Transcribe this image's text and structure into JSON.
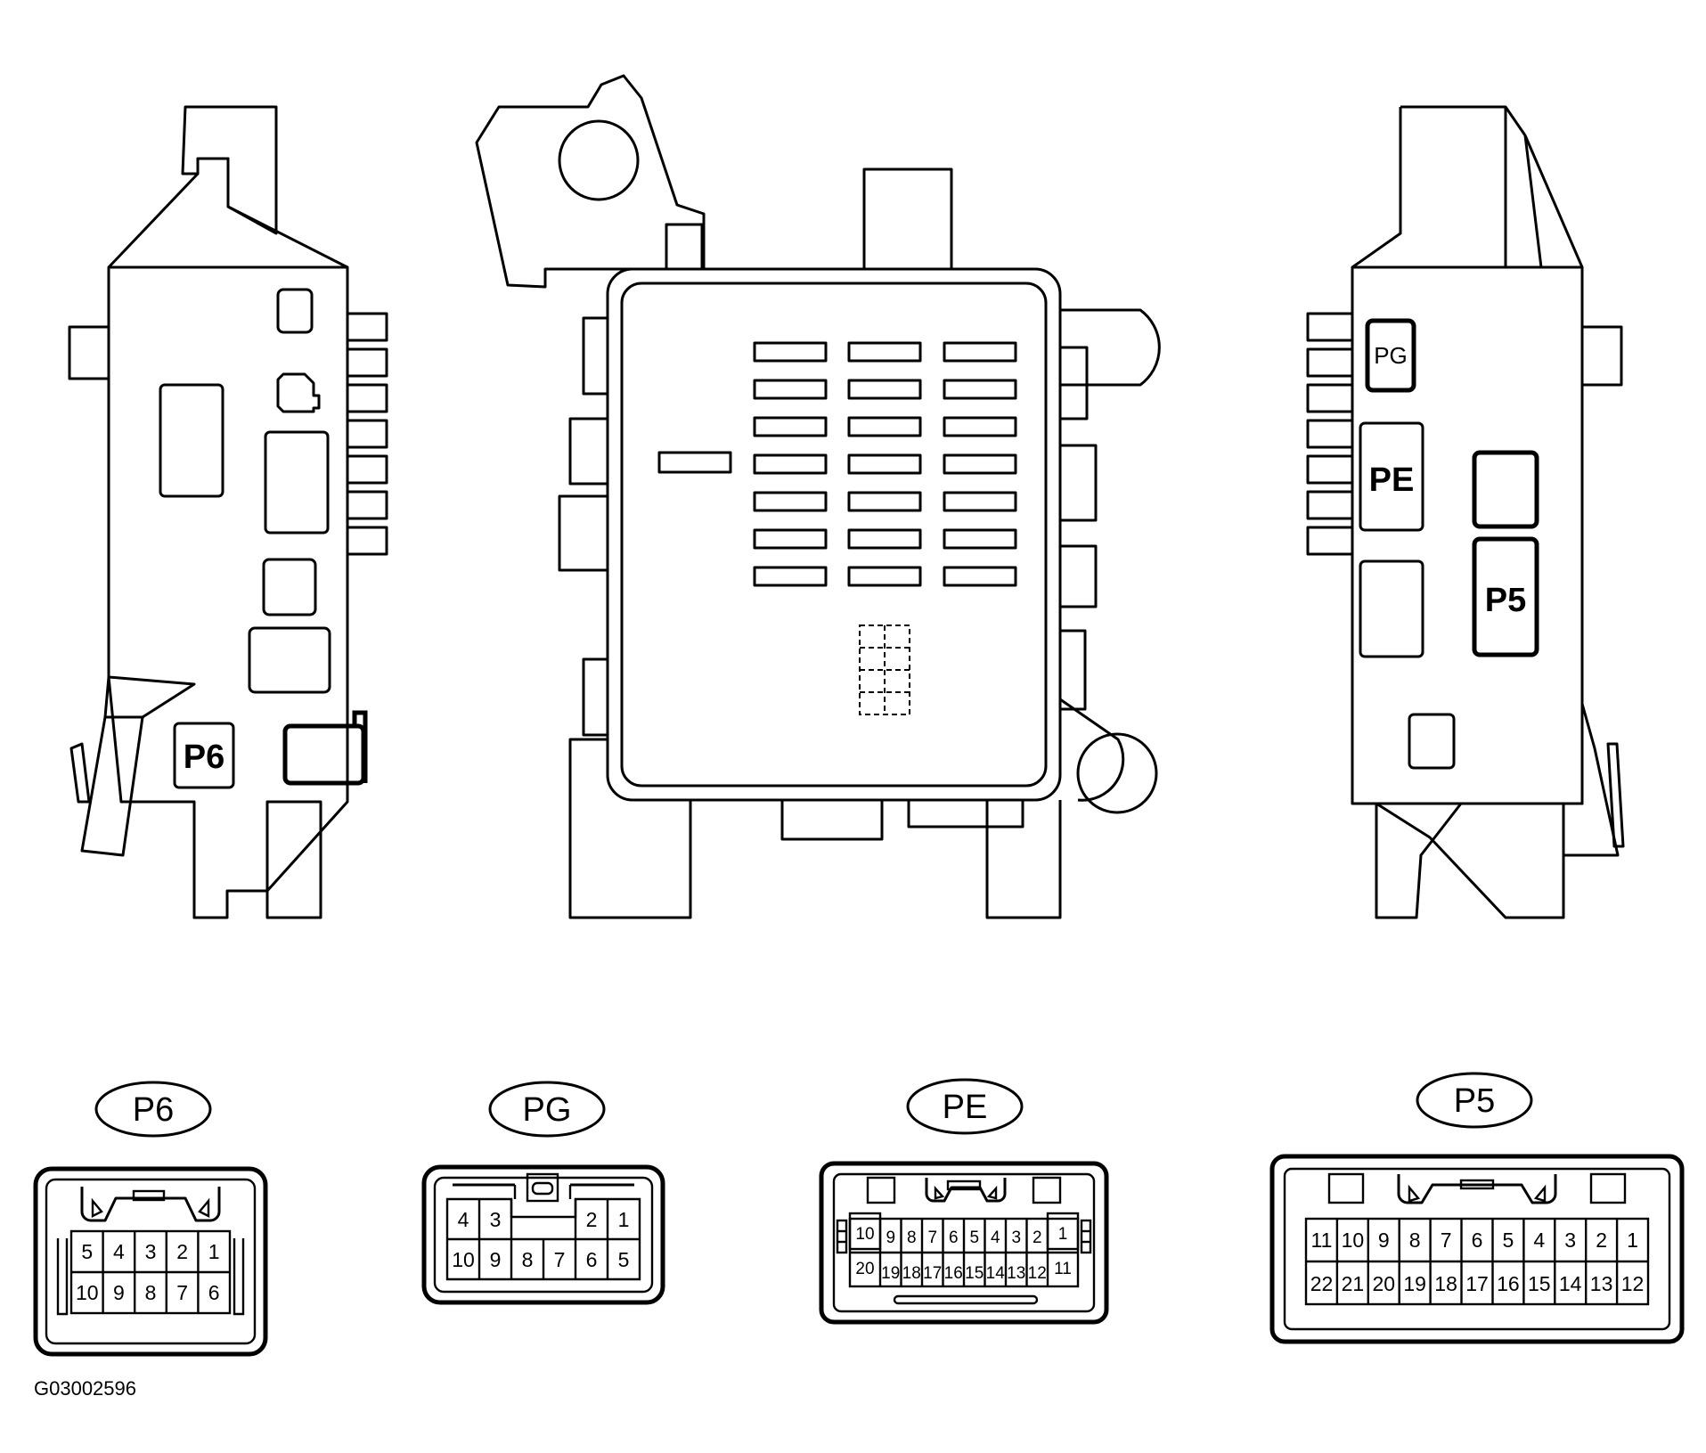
{
  "figure_code": "G03002596",
  "component_labels": {
    "p6": "P6",
    "pg": "PG",
    "pe": "PE",
    "p5": "P5"
  },
  "connectors": {
    "p6": {
      "name": "P6",
      "row1": [
        "5",
        "4",
        "3",
        "2",
        "1"
      ],
      "row2": [
        "10",
        "9",
        "8",
        "7",
        "6"
      ]
    },
    "pg": {
      "name": "PG",
      "row1": [
        "4",
        "3",
        "",
        "",
        "2",
        "1"
      ],
      "row2": [
        "10",
        "9",
        "8",
        "7",
        "6",
        "5"
      ]
    },
    "pe": {
      "name": "PE",
      "row1_first": "10",
      "row1": [
        "9",
        "8",
        "7",
        "6",
        "5",
        "4",
        "3",
        "2"
      ],
      "row1_last": "1",
      "row2_first": "20",
      "row2": [
        "19",
        "18",
        "17",
        "16",
        "15",
        "14",
        "13",
        "12"
      ],
      "row2_last": "11"
    },
    "p5": {
      "name": "P5",
      "row1": [
        "11",
        "10",
        "9",
        "8",
        "7",
        "6",
        "5",
        "4",
        "3",
        "2",
        "1"
      ],
      "row2": [
        "22",
        "21",
        "20",
        "19",
        "18",
        "17",
        "16",
        "15",
        "14",
        "13",
        "12"
      ]
    }
  }
}
